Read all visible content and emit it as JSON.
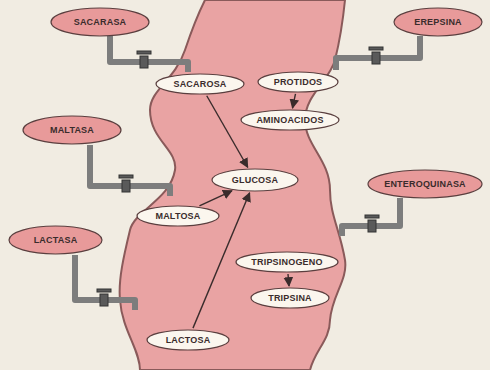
{
  "diagram": {
    "nodes": [
      {
        "text": [
          "SACARASA"
        ]
      },
      {
        "text": [
          "EREPSINA"
        ]
      },
      {
        "text": [
          "SACAROSA"
        ]
      },
      {
        "text": [
          "PROTIDOS"
        ]
      },
      {
        "text": [
          "AMINOACIDOS"
        ]
      },
      {
        "text": [
          "MALTASA"
        ]
      },
      {
        "text": [
          "GLUCOSA"
        ]
      },
      {
        "text": [
          "ENTEROQUINASA"
        ]
      },
      {
        "text": [
          "MALTOSA"
        ]
      },
      {
        "text": [
          "LACTASA"
        ]
      },
      {
        "text": [
          "TRIPSINOGENO"
        ]
      },
      {
        "text": [
          "TRIPSINA"
        ]
      },
      {
        "text": [
          "LACTOSA"
        ]
      }
    ],
    "edges": [
      {
        "from": 2,
        "to": 6,
        "arrow": "to"
      },
      {
        "from": 3,
        "to": 4,
        "arrow": "to"
      },
      {
        "from": 8,
        "to": 6,
        "arrow": "to"
      },
      {
        "from": 12,
        "to": 6,
        "arrow": "to"
      },
      {
        "from": 10,
        "to": 11,
        "arrow": "to"
      }
    ]
  }
}
